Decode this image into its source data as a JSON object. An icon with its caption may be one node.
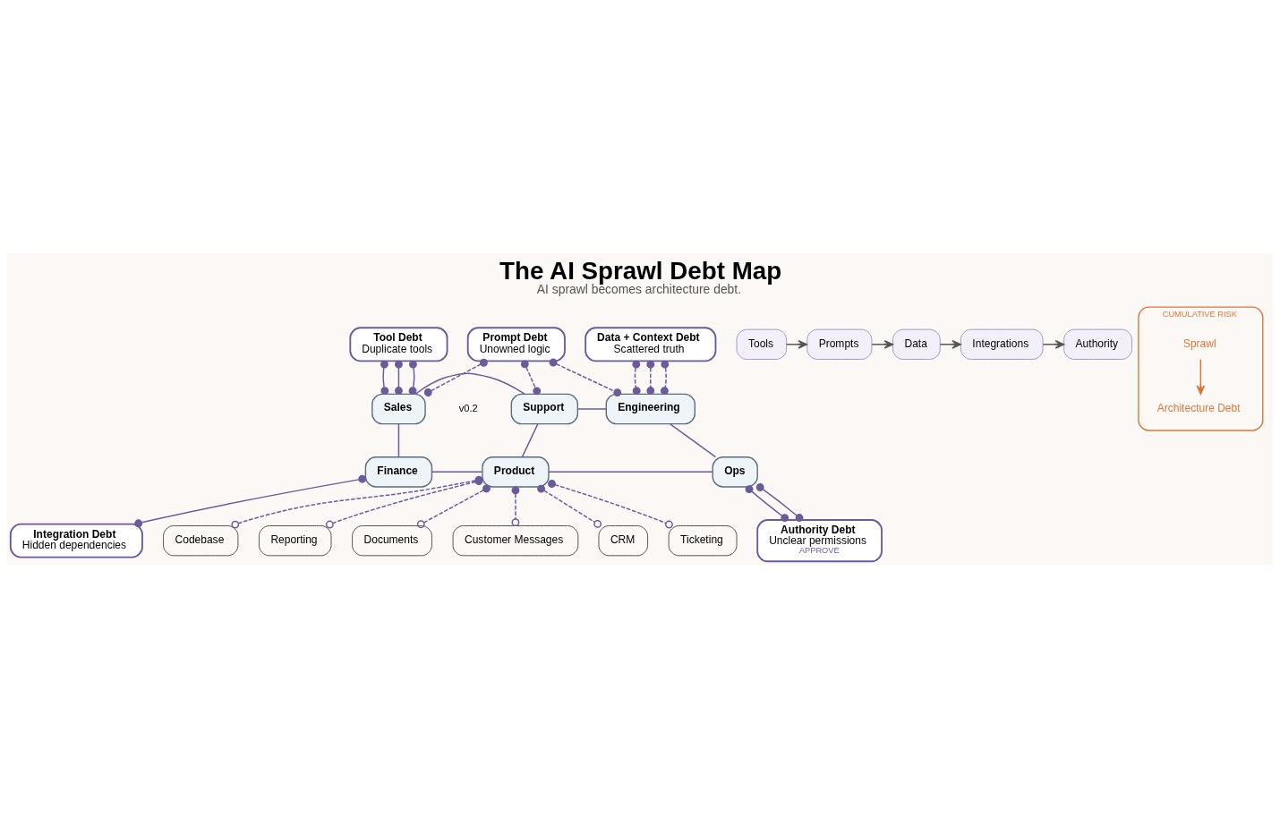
{
  "diagram": {
    "title": "The AI Sprawl Debt Map",
    "caption": "AI sprawl becomes architecture debt.",
    "nodes": [
      {
        "text": [
          "Tool Debt",
          "Duplicate tools"
        ]
      },
      {
        "text": [
          "Prompt Debt",
          "Unowned logic"
        ]
      },
      {
        "text": [
          "Data + Context Debt",
          "Scattered truth"
        ]
      },
      {
        "text": [
          "Sales"
        ]
      },
      {
        "text": [
          "Support"
        ]
      },
      {
        "text": [
          "Engineering"
        ]
      },
      {
        "text": [
          "Finance"
        ]
      },
      {
        "text": [
          "Product"
        ]
      },
      {
        "text": [
          "Ops"
        ]
      },
      {
        "text": [
          "Integration Debt",
          "Hidden dependencies"
        ]
      },
      {
        "text": [
          "Authority Debt",
          "Unclear permissions",
          "APPROVE"
        ]
      },
      {
        "text": [
          "CRM"
        ]
      },
      {
        "text": [
          "Ticketing"
        ]
      },
      {
        "text": [
          "Codebase"
        ]
      },
      {
        "text": [
          "Reporting"
        ]
      },
      {
        "text": [
          "Documents"
        ]
      },
      {
        "text": [
          "Customer Messages"
        ]
      },
      {
        "text": [
          "Tools"
        ]
      },
      {
        "text": [
          "Prompts"
        ]
      },
      {
        "text": [
          "Data"
        ]
      },
      {
        "text": [
          "Integrations"
        ]
      },
      {
        "text": [
          "Authority"
        ]
      },
      {
        "text": [
          "CUMULATIVE RISK"
        ]
      },
      {
        "text": [
          "Sprawl"
        ],
        "in": 22
      },
      {
        "text": [
          "Architecture Debt"
        ],
        "in": 22
      }
    ],
    "edges": [
      {
        "from": 0,
        "to": 3,
        "arrow": "other"
      },
      {
        "from": 0,
        "to": 3,
        "arrow": "other"
      },
      {
        "from": 0,
        "to": 3,
        "arrow": "other"
      },
      {
        "from": 1,
        "to": 3,
        "arrow": "other",
        "style": "dashed"
      },
      {
        "from": 1,
        "to": 4,
        "arrow": "other",
        "style": "dashed"
      },
      {
        "from": 1,
        "to": 5,
        "arrow": "other",
        "style": "dashed"
      },
      {
        "from": 2,
        "to": 5,
        "arrow": "other",
        "style": "dashed"
      },
      {
        "from": 2,
        "to": 5,
        "arrow": "other",
        "style": "dashed"
      },
      {
        "from": 2,
        "to": 5,
        "arrow": "other",
        "style": "dashed"
      },
      {
        "from": 3,
        "to": 4,
        "arrow": "none"
      },
      {
        "from": 4,
        "to": 5,
        "arrow": "none"
      },
      {
        "from": 3,
        "to": 6,
        "arrow": "none"
      },
      {
        "from": 4,
        "to": 7,
        "arrow": "none"
      },
      {
        "from": 5,
        "to": 8,
        "arrow": "none"
      },
      {
        "from": 6,
        "to": 7,
        "arrow": "none"
      },
      {
        "from": 7,
        "to": 8,
        "arrow": "none"
      },
      {
        "from": 6,
        "to": 9,
        "arrow": "other"
      },
      {
        "from": 8,
        "to": 10,
        "arrow": "other"
      },
      {
        "from": 8,
        "to": 10,
        "arrow": "other"
      },
      {
        "from": 7,
        "to": 11,
        "arrow": "other",
        "style": "dashed"
      },
      {
        "from": 7,
        "to": 12,
        "arrow": "other",
        "style": "dashed"
      },
      {
        "from": 7,
        "to": 13,
        "arrow": "other",
        "style": "dashed"
      },
      {
        "from": 7,
        "to": 14,
        "arrow": "other",
        "style": "dashed"
      },
      {
        "from": 7,
        "to": 15,
        "arrow": "other",
        "style": "dashed"
      },
      {
        "from": 7,
        "to": 16,
        "arrow": "other",
        "style": "dashed"
      },
      {
        "from": 17,
        "to": 18,
        "arrow": "to"
      },
      {
        "from": 18,
        "to": 19,
        "arrow": "to"
      },
      {
        "from": 19,
        "to": 20,
        "arrow": "to"
      },
      {
        "from": 20,
        "to": 21,
        "arrow": "to"
      },
      {
        "from": 23,
        "to": 24,
        "arrow": "to",
        "color": "#d9773a"
      }
    ],
    "labels": [
      "v0.2"
    ]
  }
}
